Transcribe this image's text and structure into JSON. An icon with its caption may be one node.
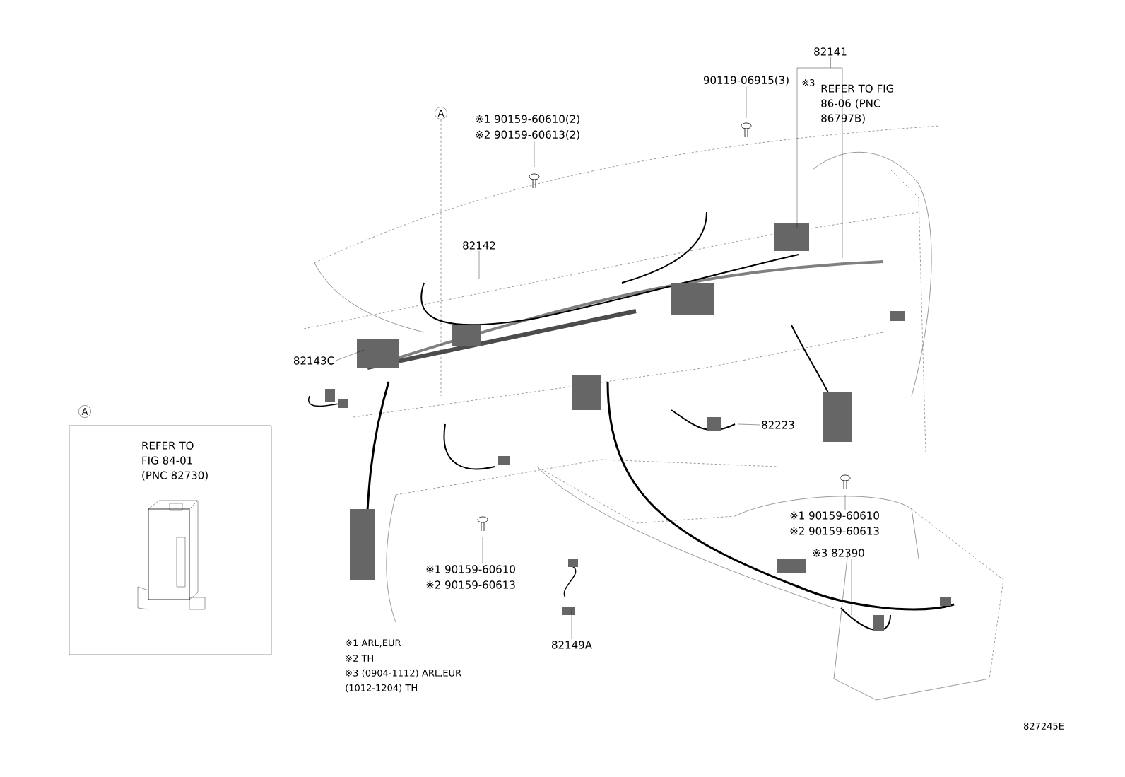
{
  "diagram": {
    "nodes": [
      {
        "text": [
          "82141"
        ]
      },
      {
        "text": [
          "90119-06915(3)"
        ]
      },
      {
        "text": [
          "※1 90159-60610(2)",
          "※2 90159-60613(2)"
        ]
      },
      {
        "text": [
          "82142"
        ]
      },
      {
        "text": [
          "82143C"
        ]
      },
      {
        "text": [
          "82223"
        ]
      },
      {
        "text": [
          "※1 90159-60610",
          "※2 90159-60613"
        ]
      },
      {
        "text": [
          "82149A"
        ]
      },
      {
        "text": [
          "※1 90159-60610",
          "※2 90159-60613"
        ]
      },
      {
        "text": [
          "※3 82390"
        ]
      },
      {
        "text": [
          "REFER TO FIG 84-01 (PNC 82730)"
        ]
      },
      {
        "text": [
          "A"
        ]
      },
      {
        "text": [
          "A"
        ]
      }
    ],
    "edges": [
      {
        "from": 0,
        "to": null,
        "arrow": "none"
      },
      {
        "from": 0,
        "to": null,
        "arrow": "none"
      },
      {
        "from": 1,
        "to": null,
        "arrow": "none"
      },
      {
        "from": 2,
        "to": null,
        "arrow": "none"
      },
      {
        "from": 3,
        "to": null,
        "arrow": "none"
      },
      {
        "from": 4,
        "to": null,
        "arrow": "none"
      },
      {
        "from": 5,
        "to": null,
        "arrow": "none"
      },
      {
        "from": 6,
        "to": null,
        "arrow": "none"
      },
      {
        "from": 7,
        "to": null,
        "arrow": "none"
      },
      {
        "from": 8,
        "to": null,
        "arrow": "none"
      },
      {
        "from": 9,
        "to": null,
        "arrow": "none"
      },
      {
        "from": 12,
        "to": null,
        "arrow": "none",
        "style": "dashed"
      }
    ],
    "labels": [
      "※3",
      "REFER TO FIG 86-06 (PNC 86797B)",
      "※1 ARL,EUR",
      "※2 TH",
      "※3 (0904-1112) ARL,EUR (1012-1204) TH",
      "827245E"
    ]
  }
}
